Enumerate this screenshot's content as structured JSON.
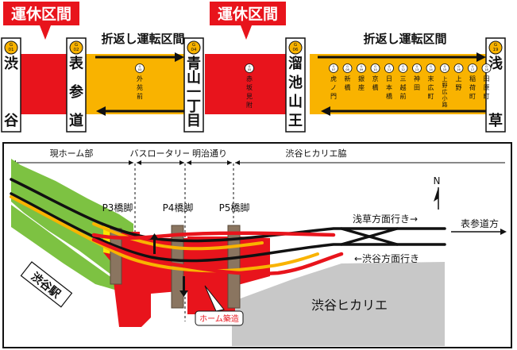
{
  "top": {
    "suspended_label": "運休区間",
    "turnback_label": "折返し運転区間",
    "stations": [
      {
        "code": "G\n01",
        "name": "渋谷"
      },
      {
        "code": "G\n02",
        "name": "表参道"
      },
      {
        "code": "G\n04",
        "name": "青山一丁目"
      },
      {
        "code": "G\n06",
        "name": "溜池山王"
      },
      {
        "code": "G\n19",
        "name": "浅草"
      }
    ],
    "small_stations": [
      {
        "code": "G\n03",
        "name": "外苑前"
      },
      {
        "code": "G\n05",
        "name": "赤坂見附"
      },
      {
        "code": "G\n07",
        "name": "虎ノ門"
      },
      {
        "code": "G\n08",
        "name": "新橋"
      },
      {
        "code": "G\n09",
        "name": "銀座"
      },
      {
        "code": "G\n10",
        "name": "京橋"
      },
      {
        "code": "G\n11",
        "name": "日本橋"
      },
      {
        "code": "G\n12",
        "name": "三越前"
      },
      {
        "code": "G\n13",
        "name": "神田"
      },
      {
        "code": "G\n14",
        "name": "末広町"
      },
      {
        "code": "G\n15",
        "name": "上野広小路"
      },
      {
        "code": "G\n16",
        "name": "上野"
      },
      {
        "code": "G\n17",
        "name": "稲荷町"
      },
      {
        "code": "G\n18",
        "name": "田原町"
      }
    ]
  },
  "bottom": {
    "zones": [
      "現ホーム部",
      "バスロータリー",
      "明治通り",
      "渋谷ヒカリエ脇"
    ],
    "piers": [
      "P3橋脚",
      "P4橋脚",
      "P5橋脚"
    ],
    "north": "N",
    "to_asakusa": "浅草方面行き→",
    "to_shibuya": "←渋谷方面行き",
    "to_omotesando": "表参道方",
    "shibuya_station": "渋谷駅",
    "hikarie": "渋谷ヒカリエ",
    "platform_work": "ホーム築造"
  },
  "colors": {
    "suspended": "#e8141c",
    "turnback": "#f9b300",
    "new_track": "#e8141c",
    "old_track": "#f9b300",
    "existing_platform": "#7dc242",
    "hikarie": "#c8c8c8",
    "track": "#111111"
  }
}
